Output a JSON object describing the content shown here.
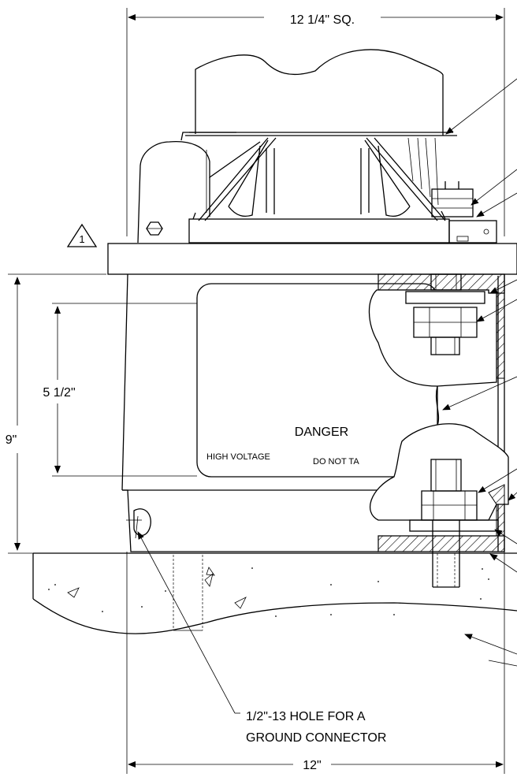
{
  "dimensions": {
    "top_width": "12 1/4\" SQ.",
    "bottom_width": "12\"",
    "overall_height": "9\"",
    "label_height": "5 1/2\""
  },
  "labels": {
    "danger": "DANGER",
    "high_voltage": "HIGH VOLTAGE",
    "do_not_tamper": "DO NOT TA",
    "revision_mark": "1",
    "ground_hole_line1": "1/2\"-13 HOLE FOR A",
    "ground_hole_line2": "GROUND CONNECTOR"
  },
  "colors": {
    "line": "#000000",
    "background": "#ffffff"
  }
}
